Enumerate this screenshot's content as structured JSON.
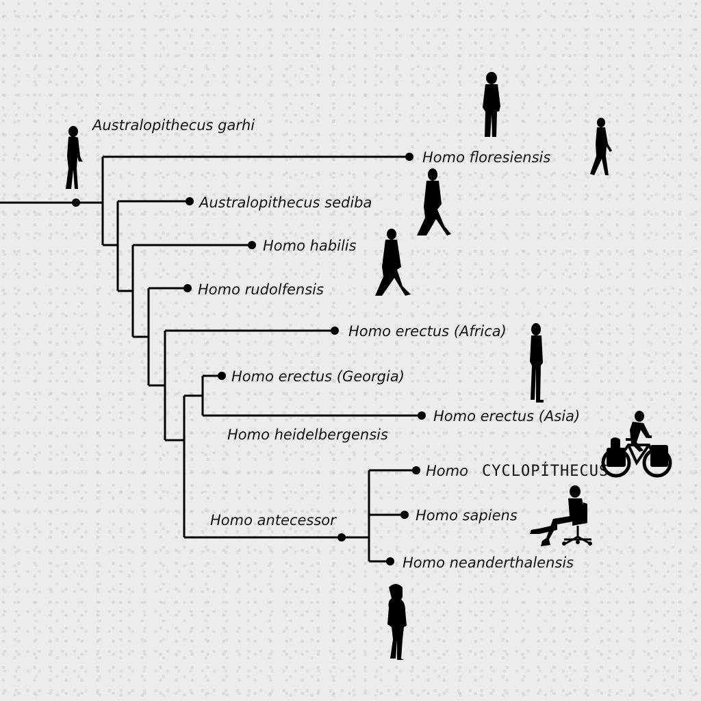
{
  "tree": {
    "species": [
      {
        "id": "garhi",
        "label": "Australopithecus garhi"
      },
      {
        "id": "floresiensis",
        "label": "Homo floresiensis"
      },
      {
        "id": "sediba",
        "label": "Australopithecus sediba"
      },
      {
        "id": "habilis",
        "label": "Homo habilis"
      },
      {
        "id": "rudolfensis",
        "label": "Homo rudolfensis"
      },
      {
        "id": "erectus_africa",
        "label": "Homo erectus (Africa)"
      },
      {
        "id": "erectus_georgia",
        "label": "Homo erectus (Georgia)"
      },
      {
        "id": "erectus_asia",
        "label": "Homo erectus (Asia)"
      },
      {
        "id": "heidelbergensis",
        "label": "Homo heidelbergensis"
      },
      {
        "id": "cyclopithecus",
        "label": "Homo",
        "suffix": "CYCLOPÍTHECUS"
      },
      {
        "id": "sapiens",
        "label": "Homo sapiens"
      },
      {
        "id": "antecessor",
        "label": "Homo antecessor"
      },
      {
        "id": "neanderthalensis",
        "label": "Homo neanderthalensis"
      }
    ]
  },
  "colors": {
    "line": "#000000",
    "background": "#ececec",
    "text": "#111111"
  },
  "silhouettes": [
    "walking-hominin-icon",
    "standing-hominin-icon",
    "cyclist-icon",
    "seated-office-worker-icon"
  ]
}
